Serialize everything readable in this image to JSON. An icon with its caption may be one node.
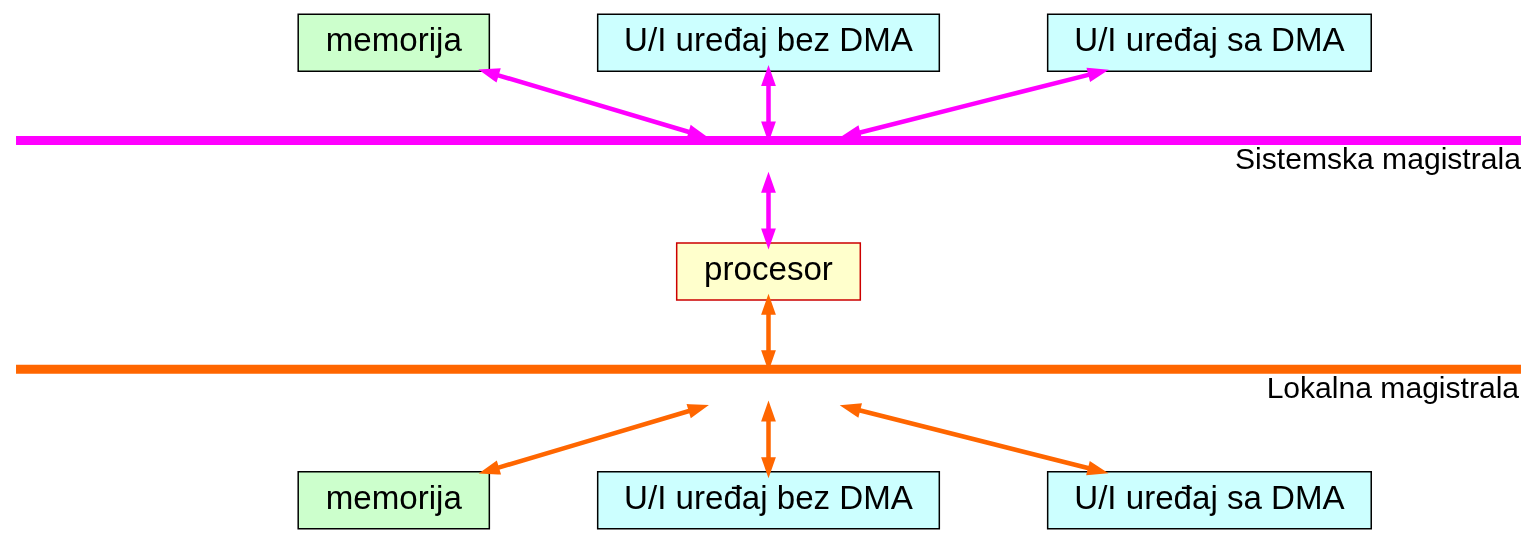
{
  "diagram": {
    "nodes": [
      {
        "text": [
          "memorija"
        ]
      },
      {
        "text": [
          "U/I uređaj bez DMA"
        ]
      },
      {
        "text": [
          "U/I uređaj sa DMA"
        ]
      },
      {
        "text": [],
        "shape": "bar",
        "beside": [
          "Sistemska magistrala"
        ]
      },
      {
        "text": [
          "procesor"
        ]
      },
      {
        "text": [],
        "shape": "bar",
        "beside": [
          "Lokalna magistrala"
        ]
      },
      {
        "text": [
          "memorija"
        ]
      },
      {
        "text": [
          "U/I uređaj bez DMA"
        ]
      },
      {
        "text": [
          "U/I uređaj sa DMA"
        ]
      }
    ],
    "edges": [
      {
        "from": 0,
        "to": 3,
        "arrow": "both",
        "color": "#ff00ff"
      },
      {
        "from": 1,
        "to": 3,
        "arrow": "both",
        "color": "#ff00ff"
      },
      {
        "from": 2,
        "to": 3,
        "arrow": "both",
        "color": "#ff00ff"
      },
      {
        "from": 3,
        "to": 4,
        "arrow": "both",
        "color": "#ff00ff"
      },
      {
        "from": 4,
        "to": 5,
        "arrow": "both",
        "color": "#ff6600"
      },
      {
        "from": 5,
        "to": 6,
        "arrow": "both",
        "color": "#ff6600"
      },
      {
        "from": 5,
        "to": 7,
        "arrow": "both",
        "color": "#ff6600"
      },
      {
        "from": 5,
        "to": 8,
        "arrow": "both",
        "color": "#ff6600"
      }
    ]
  }
}
